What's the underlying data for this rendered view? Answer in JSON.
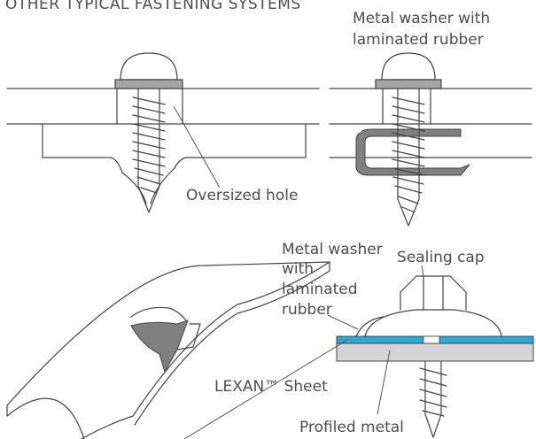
{
  "heading": "OTHER TYPICAL FASTENING SYSTEMS",
  "labels": {
    "tr_washer": [
      "Metal washer with",
      "laminated rubber"
    ],
    "oversized_hole": "Oversized hole",
    "br_washer": [
      "Metal washer",
      "with",
      "laminated",
      "rubber"
    ],
    "sealing_cap": "Sealing cap",
    "lexan_sheet": "LEXAN™ Sheet",
    "profiled_metal": "Profiled metal"
  },
  "colors": {
    "washer_grey": "#a6a6a6",
    "rubber_grey": "#808080",
    "lexan_blue": "#29a9d8",
    "metal_grey": "#d4d4d4",
    "line": "#444444"
  }
}
